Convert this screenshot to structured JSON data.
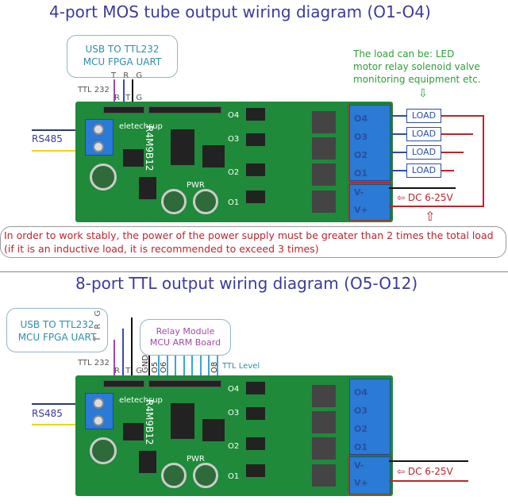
{
  "top": {
    "title": "4-port MOS tube output wiring diagram (O1-O4)",
    "uart_box": [
      "USB TO TTL232",
      "MCU FPGA UART"
    ],
    "uart_pins": "T R G",
    "ttl_label": "TTL 232",
    "board_pins": "R T G",
    "rs485": "RS485",
    "note": [
      "The load can be: LED",
      "motor relay solenoid valve",
      "monitoring equipment etc."
    ],
    "loads": [
      "LOAD",
      "LOAD",
      "LOAD",
      "LOAD"
    ],
    "outputs": [
      "O4",
      "O3",
      "O2",
      "O1"
    ],
    "power_terms": [
      "V-",
      "V+"
    ],
    "dc": "DC 6-25V",
    "warning": "In order to work stably, the power of the power supply must be greater than 2 times the total load (if it is an inductive load, it is recommended to exceed 3 times)"
  },
  "bottom": {
    "title": "8-port TTL output wiring diagram (O5-O12)",
    "uart_box": [
      "USB TO TTL232",
      "MCU FPGA UART"
    ],
    "uart_pins": "T R G",
    "relay_box": [
      "Relay Module",
      "MCU ARM Board"
    ],
    "ttl_label": "TTL 232",
    "board_pins": "R T G",
    "gnd": "GND",
    "o5": "O5",
    "o6": "O6",
    "o8": "O8",
    "ttl_level": "TTL Level",
    "rs485": "RS485",
    "outputs": [
      "O4",
      "O3",
      "O2",
      "O1"
    ],
    "power_terms": [
      "V-",
      "V+"
    ],
    "dc": "DC 6-25V"
  },
  "board": {
    "brand": "eletechsup",
    "model": "R4M9B12",
    "pwr": "PWR",
    "silk_outputs": [
      "O4",
      "O3",
      "O2",
      "O1"
    ]
  },
  "colors": {
    "title": "#3a3a9e",
    "pcb": "#1f8a3a",
    "wire_red": "#c0232b",
    "note_green": "#2e9e3a",
    "terminal_blue": "#2a7ad6"
  }
}
